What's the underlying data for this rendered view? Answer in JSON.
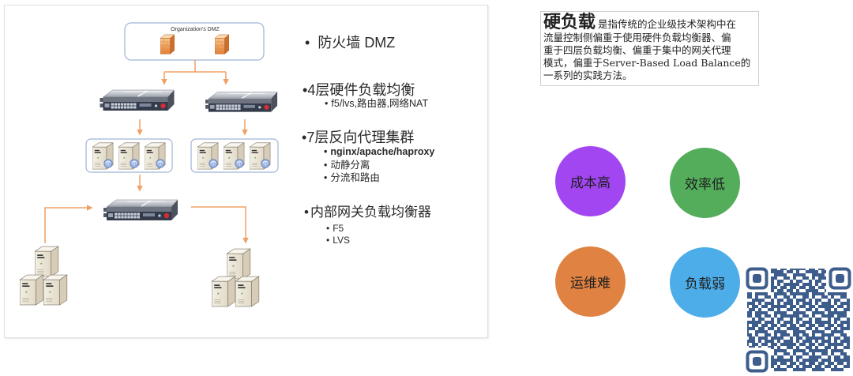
{
  "slide": {
    "bullet_glyph": "•",
    "diagram": {
      "dmz_label": "Organization's DMZ",
      "line_color": "#f0a066",
      "box_color": "#9fb4d6"
    },
    "bullets": [
      {
        "text": "防火墙 DMZ",
        "children": []
      },
      {
        "text": "4层硬件负载均衡",
        "children": [
          "f5/lvs,路由器,网络NAT"
        ]
      },
      {
        "text": "7层反向代理集群",
        "children": [
          "nginx/apache/haproxy",
          "动静分离",
          "分流和路由"
        ]
      },
      {
        "text": "内部网关负载均衡器",
        "children": [
          "F5",
          "LVS"
        ]
      }
    ]
  },
  "definition": {
    "term": "硬负载",
    "lines": [
      "是指传统的企业级技术架构中在",
      "流量控制侧偏重于使用硬件负载均衡器、偏",
      "重于四层负载均衡、偏重于集中的网关代理",
      "模式，偏重于Server-Based Load Balance的",
      "一系列的实践方法。"
    ]
  },
  "traits": [
    {
      "label": "成本高",
      "color": "#a246f2"
    },
    {
      "label": "效率低",
      "color": "#53ad5b"
    },
    {
      "label": "运维难",
      "color": "#e08241"
    },
    {
      "label": "负载弱",
      "color": "#4dade8"
    }
  ],
  "qr": {
    "color": "#3d5d8c"
  }
}
